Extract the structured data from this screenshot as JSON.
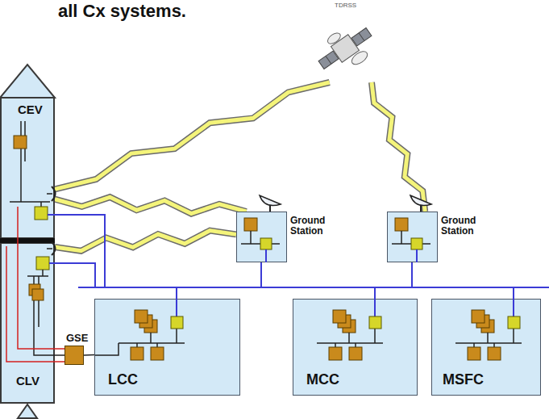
{
  "diagram": {
    "title": "all Cx systems.",
    "nodes": [
      {
        "text": [
          "TDRSS"
        ]
      },
      {
        "text": [
          "CEV"
        ]
      },
      {
        "text": [
          "Ground Station"
        ]
      },
      {
        "text": [
          "Ground Station"
        ]
      },
      {
        "text": [
          "CLV"
        ]
      },
      {
        "text": [
          "GSE"
        ]
      },
      {
        "text": [
          "LCC"
        ]
      },
      {
        "text": [
          "MCC"
        ]
      },
      {
        "text": [
          "MSFC"
        ]
      }
    ],
    "edges": [
      {
        "from": 1,
        "to": 0,
        "arrow": "none"
      },
      {
        "from": 1,
        "to": 2,
        "arrow": "none"
      },
      {
        "from": 4,
        "to": 2,
        "arrow": "none"
      },
      {
        "from": 0,
        "to": 3,
        "arrow": "none"
      },
      {
        "from": 4,
        "to": 5,
        "arrow": "none"
      },
      {
        "from": 5,
        "to": 6,
        "arrow": "none"
      }
    ]
  }
}
